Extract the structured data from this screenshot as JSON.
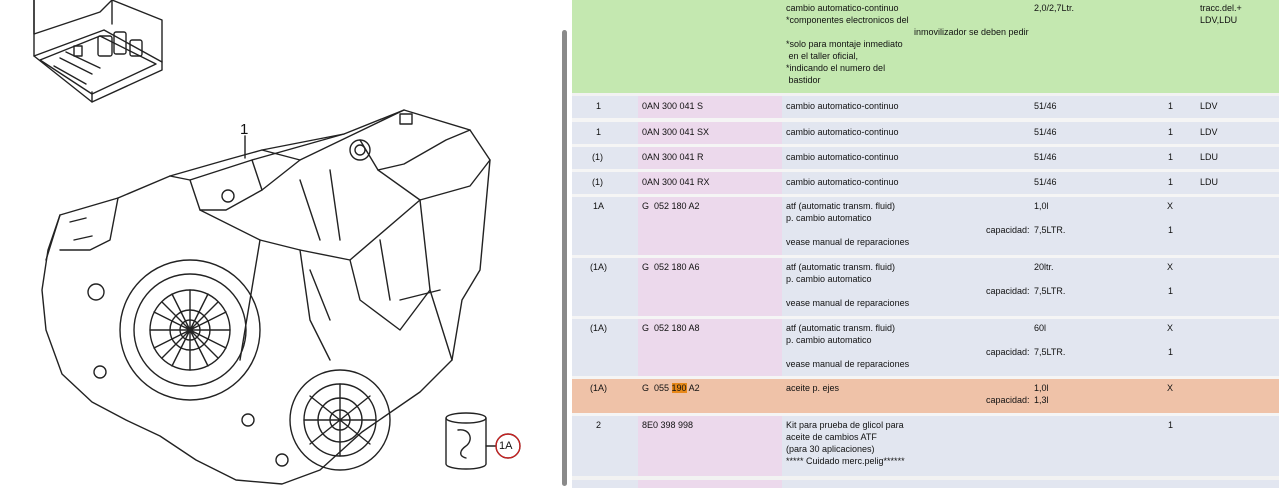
{
  "diagram": {
    "callout_main": "1",
    "callout_cap": "1A"
  },
  "header": {
    "desc_lines": [
      "cambio automatico-continuo",
      "*componentes electronicos del",
      "*solo para montaje inmediato",
      " en el taller oficial,",
      "*indicando el numero del",
      " bastidor"
    ],
    "desc_extra": "inmovilizador se deben pedir",
    "spec": "2,0/2,7Ltr.",
    "model_lines": [
      "tracc.del.+",
      "LDV,LDU"
    ]
  },
  "rows": [
    {
      "pos": "1",
      "part": "0AN 300 041 S",
      "desc": "cambio automatico-continuo",
      "spec": "51/46",
      "qty": "1",
      "model": "LDV"
    },
    {
      "pos": "1",
      "part": "0AN 300 041 SX",
      "desc": "cambio automatico-continuo",
      "spec": "51/46",
      "qty": "1",
      "model": "LDV"
    },
    {
      "pos": "(1)",
      "part": "0AN 300 041 R",
      "desc": "cambio automatico-continuo",
      "spec": "51/46",
      "qty": "1",
      "model": "LDU"
    },
    {
      "pos": "(1)",
      "part": "0AN 300 041 RX",
      "desc": "cambio automatico-continuo",
      "spec": "51/46",
      "qty": "1",
      "model": "LDU"
    },
    {
      "pos": "1A",
      "part": "G  052 180 A2",
      "desc1": "atf (automatic transm. fluid)",
      "desc2": "p. cambio automatico",
      "cap_label": "capacidad:",
      "cap_value": "7,5LTR.",
      "desc3": "vease manual de reparaciones",
      "spec": "1,0l",
      "qty": "X",
      "qty2": "1"
    },
    {
      "pos": "(1A)",
      "part": "G  052 180 A6",
      "desc1": "atf (automatic transm. fluid)",
      "desc2": "p. cambio automatico",
      "cap_label": "capacidad:",
      "cap_value": "7,5LTR.",
      "desc3": "vease manual de reparaciones",
      "spec": "20ltr.",
      "qty": "X",
      "qty2": "1"
    },
    {
      "pos": "(1A)",
      "part": "G  052 180 A8",
      "desc1": "atf (automatic transm. fluid)",
      "desc2": "p. cambio automatico",
      "cap_label": "capacidad:",
      "cap_value": "7,5LTR.",
      "desc3": "vease manual de reparaciones",
      "spec": "60l",
      "qty": "X",
      "qty2": "1"
    },
    {
      "pos": "(1A)",
      "part_a": "G  055 ",
      "part_hl": "190",
      "part_b": " A2",
      "desc": "aceite p. ejes",
      "spec": "1,0l",
      "cap_label": "capacidad:",
      "cap_value": "1,3l",
      "qty": "X"
    },
    {
      "pos": "2",
      "part": "8E0 398 998",
      "desc_lines": [
        "Kit para prueba de glicol para",
        "aceite de cambios ATF",
        "(para 30 aplicaciones)",
        "***** Cuidado merc.pelig******"
      ],
      "qty": "1"
    }
  ],
  "colors": {
    "header_bg": "#c4e8b0",
    "row_bg": "#e2e6f0",
    "part_col_bg": "#ecd9ec",
    "highlight_row_bg": "#efc2a8",
    "search_highlight": "#e8891a"
  }
}
